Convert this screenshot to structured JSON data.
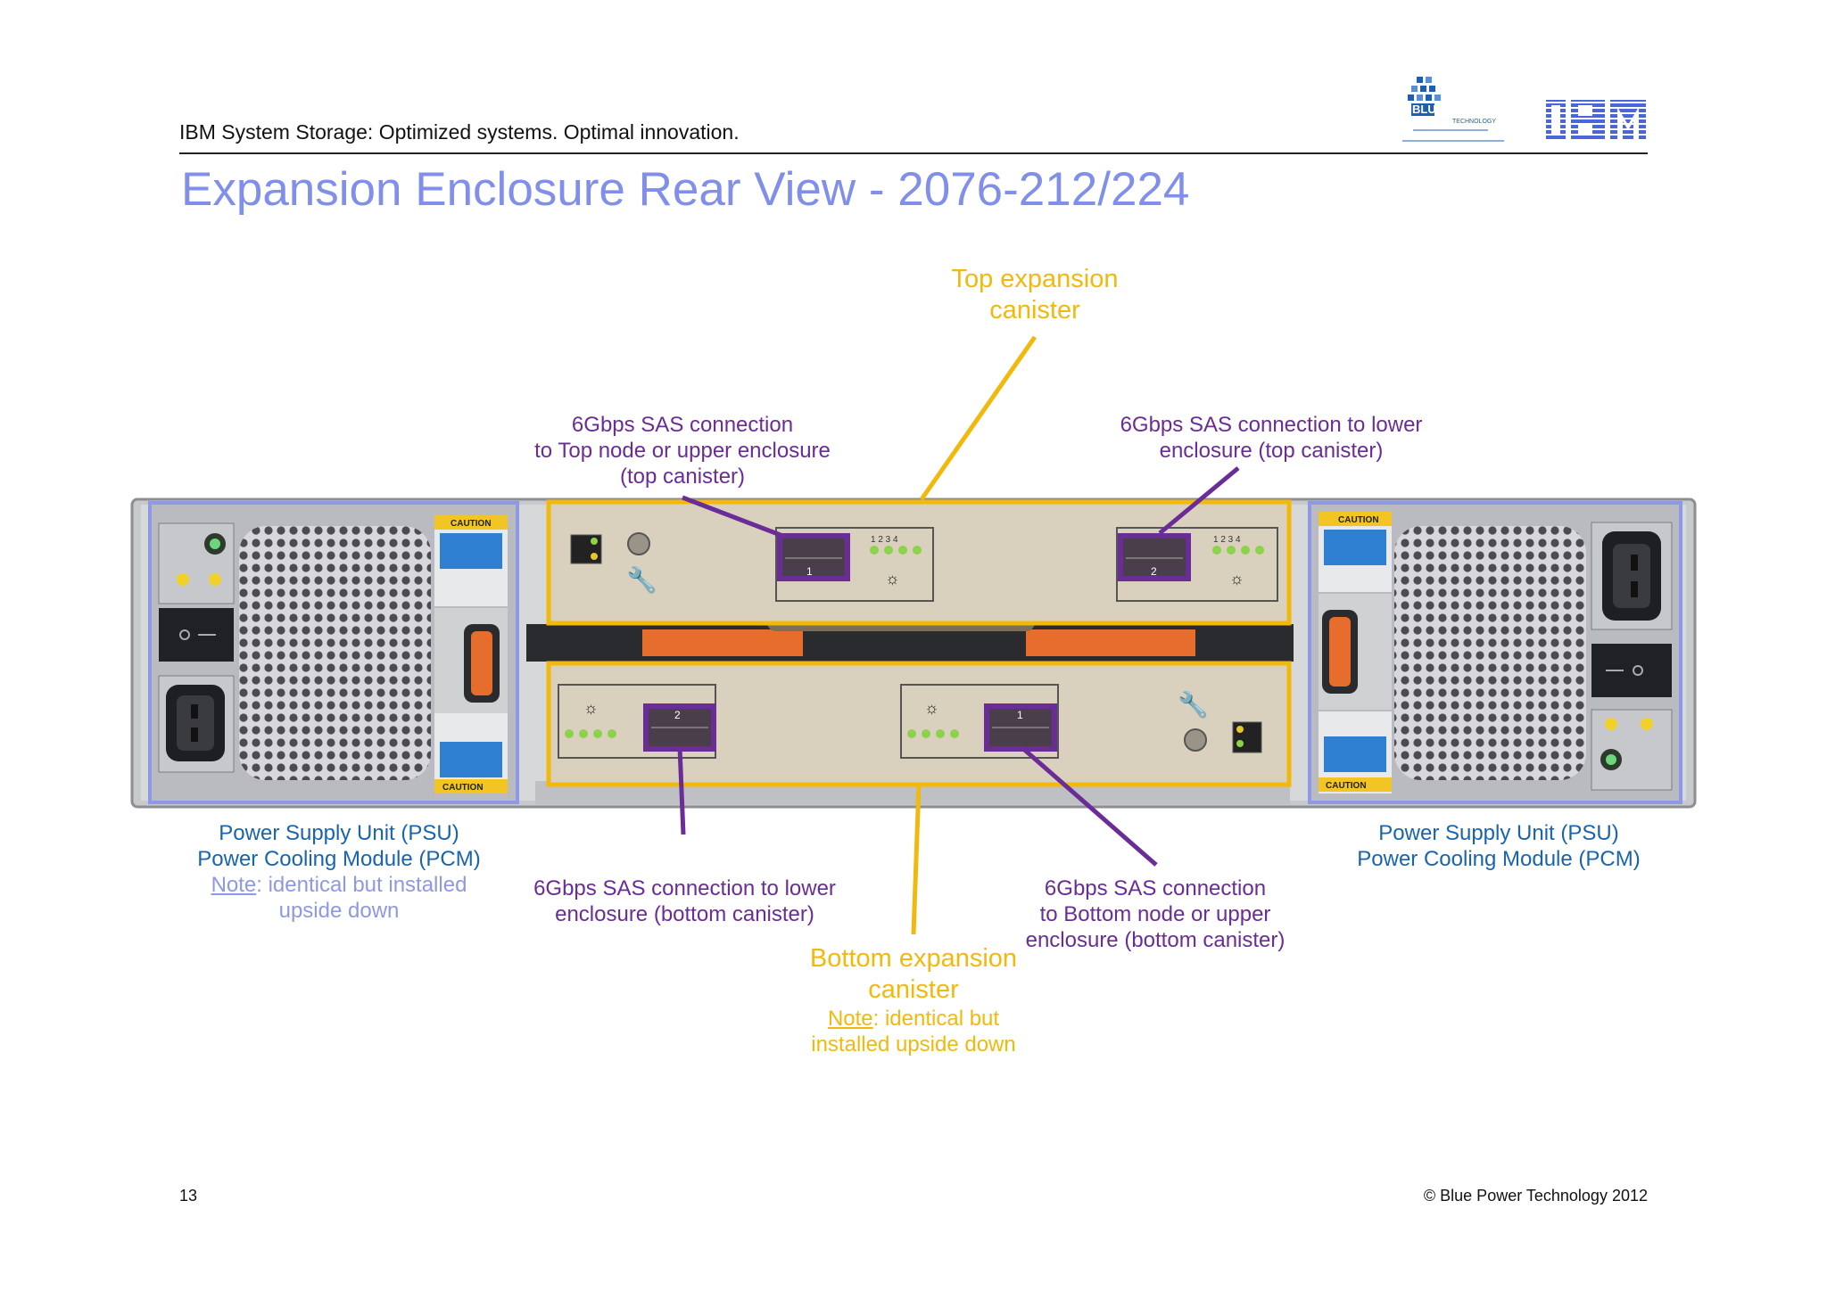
{
  "header": {
    "tagline": "IBM System Storage: Optimized systems. Optimal innovation.",
    "logo_bluepower": "BLUEPOWER",
    "logo_bluepower_sub": "TECHNOLOGY",
    "logo_ibm": "IBM"
  },
  "title": "Expansion Enclosure Rear View - 2076-212/224",
  "labels": {
    "top_canister": [
      "Top expansion",
      "canister"
    ],
    "sas_top_left": [
      "6Gbps SAS connection",
      "to Top node or upper enclosure",
      "(top canister)"
    ],
    "sas_top_right": [
      "6Gbps SAS connection to lower",
      "enclosure (top canister)"
    ],
    "psu_left": [
      "Power Supply Unit (PSU)",
      "Power Cooling  Module (PCM)"
    ],
    "psu_left_note_word": "Note",
    "psu_left_note_rest": ": identical but installed",
    "psu_left_note_line2": "upside down",
    "sas_bottom_left": [
      "6Gbps SAS connection to  lower",
      "enclosure (bottom canister)"
    ],
    "sas_bottom_right": [
      "6Gbps SAS connection",
      "to Bottom node or upper",
      "enclosure (bottom canister)"
    ],
    "psu_right": [
      "Power Supply Unit (PSU)",
      "Power Cooling  Module (PCM)"
    ],
    "bottom_canister": [
      "Bottom expansion",
      "canister"
    ],
    "bottom_note_word": "Note",
    "bottom_note_rest": ": identical but",
    "bottom_note_line2": "installed upside down"
  },
  "hardware": {
    "caution": "CAUTION",
    "port_1": "1",
    "port_2": "2",
    "led_numbers": "1 2 3 4"
  },
  "footer": {
    "page_number": "13",
    "copyright": "© Blue Power Technology 2012"
  },
  "colors": {
    "title": "#7f8fea",
    "callout_purple": "#6a2c96",
    "callout_yellow": "#f2b90d",
    "psu_label": "#1865ad",
    "psu_outline": "#8e98e6"
  }
}
